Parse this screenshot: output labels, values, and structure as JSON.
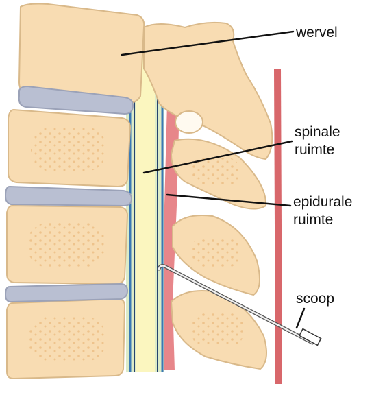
{
  "labels": {
    "wervel": "wervel",
    "spinale_line1": "spinale",
    "spinale_line2": "ruimte",
    "epidurale_line1": "epidurale",
    "epidurale_line2": "ruimte",
    "scoop": "scoop"
  },
  "colors": {
    "bone": "#f8dcb2",
    "bone_outline": "#d9b98a",
    "bone_dots": "#eec38c",
    "disc": "#b9bfd2",
    "disc_outline": "#9ba2b8",
    "cord_yellow": "#fbf6bf",
    "cord_green": "#dcebc8",
    "membrane_blue": "#3a78b5",
    "dark_blue": "#26436d",
    "epidural_red": "#e7868a",
    "ligament_red": "#d8676b",
    "line": "#111111"
  }
}
